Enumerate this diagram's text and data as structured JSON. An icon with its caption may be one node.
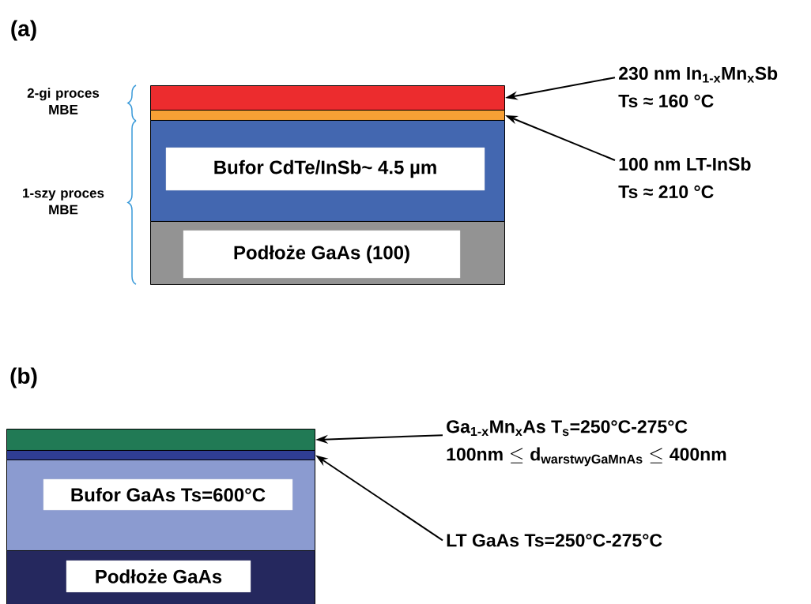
{
  "diagram": {
    "nodes": [
      {
        "text": [],
        "shape": "bar"
      },
      {
        "text": [],
        "shape": "bar"
      },
      {
        "text": [
          "Bufor CdTe/InSb~ 4.5 µm"
        ]
      },
      {
        "text": [
          "Podłoże GaAs (100)"
        ]
      },
      {
        "text": [
          "230 nm In$_{1-x}$Mn$_{x}$Sb",
          "Ts ≈ 160 °C"
        ]
      },
      {
        "text": [
          "100 nm LT-InSb",
          "Ts ≈ 210 °C"
        ]
      },
      {
        "text": [],
        "shape": "bar"
      },
      {
        "text": [],
        "shape": "bar"
      },
      {
        "text": [
          "Bufor GaAs Ts=600°C"
        ]
      },
      {
        "text": [
          "Podłoże GaAs"
        ]
      },
      {
        "text": [
          "Ga$_{1-x}$Mn$_{x}$As T$_{s}$=250°C-275°C",
          "\\mathbf{100nm}\\leq\\mathbf{d}_{\\mathbf{warstwyGaMnAs}}\\leq\\mathbf{400nm}"
        ]
      },
      {
        "text": [
          "LT GaAs Ts=250°C-275°C"
        ]
      }
    ],
    "edges": [
      {
        "from": 4,
        "to": 0,
        "arrow": "to"
      },
      {
        "from": 5,
        "to": 1,
        "arrow": "to"
      },
      {
        "from": 10,
        "to": 6,
        "arrow": "to"
      },
      {
        "from": 11,
        "to": 7,
        "arrow": "to"
      }
    ],
    "labels": [
      "(a)",
      "2-gi proces MBE",
      "1-szy proces MBE",
      "(b)"
    ]
  }
}
